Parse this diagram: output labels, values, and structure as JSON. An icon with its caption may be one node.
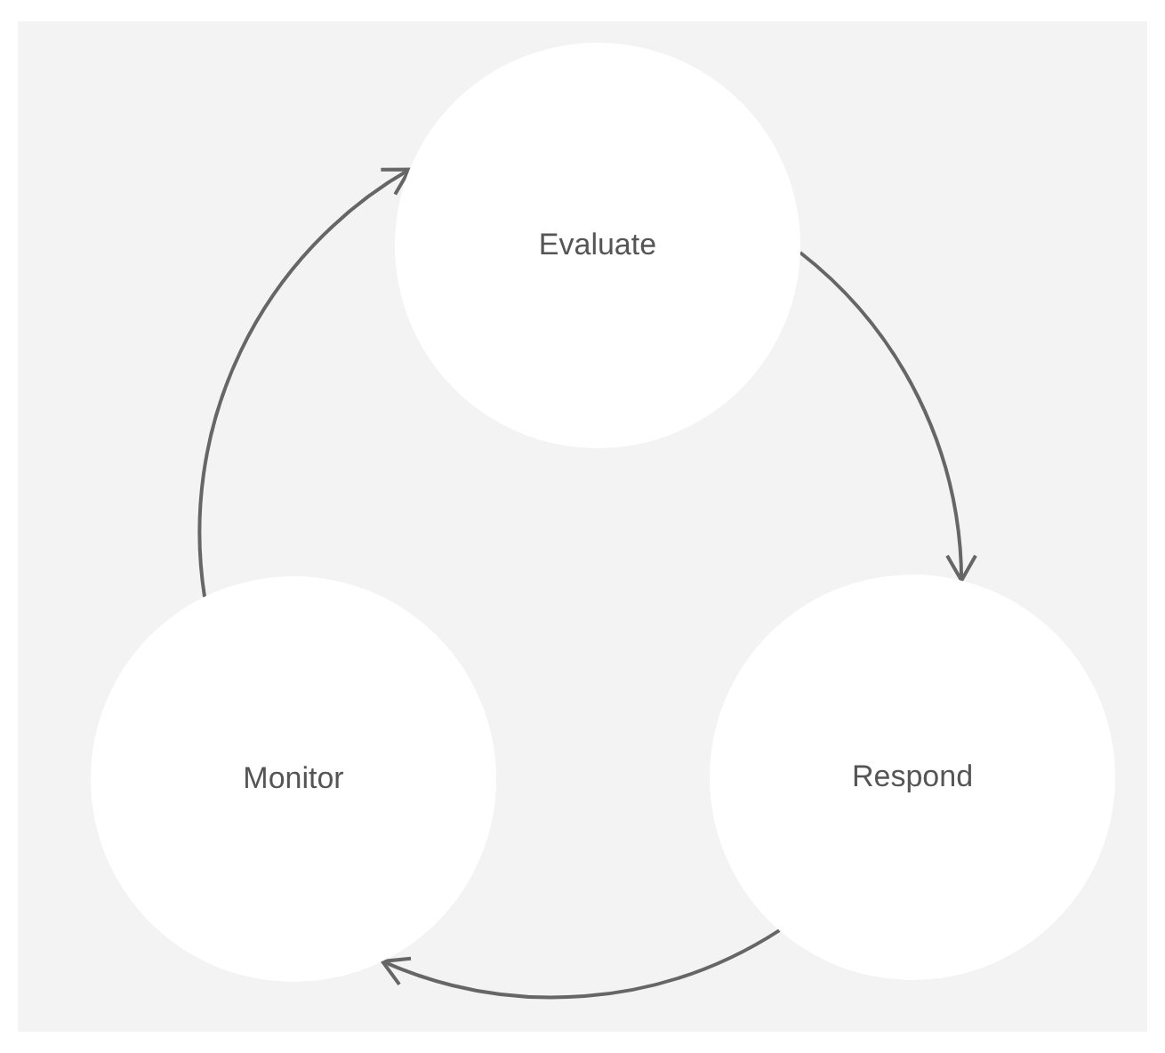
{
  "diagram": {
    "nodes": [
      {
        "text": [
          "Evaluate"
        ]
      },
      {
        "text": [
          "Respond"
        ]
      },
      {
        "text": [
          "Monitor"
        ]
      }
    ],
    "edges": [
      {
        "from": 0,
        "to": 1,
        "arrow": "to"
      },
      {
        "from": 1,
        "to": 2,
        "arrow": "to"
      },
      {
        "from": 2,
        "to": 0,
        "arrow": "to"
      }
    ]
  }
}
